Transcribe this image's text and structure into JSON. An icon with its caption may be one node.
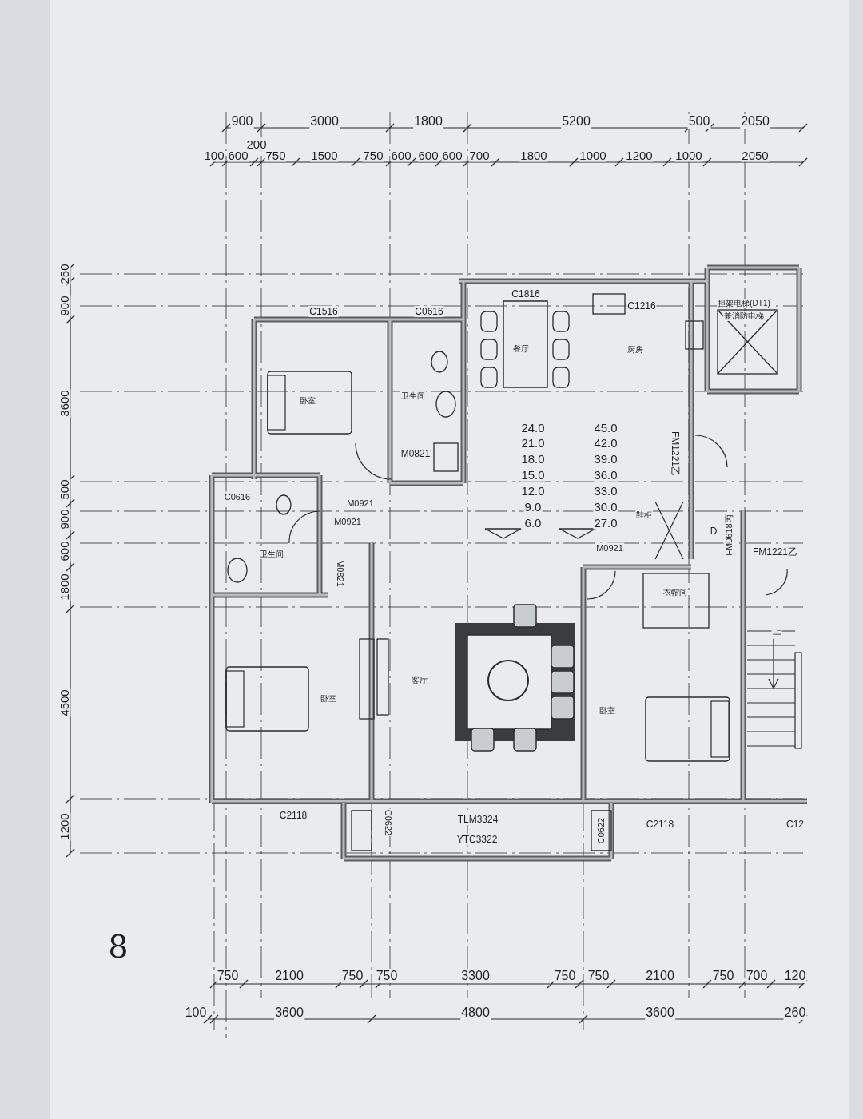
{
  "diagram": {
    "labels": [
      "900",
      "3000",
      "1800",
      "5200",
      "500",
      "2050",
      "200",
      "100",
      "600",
      "750",
      "1500",
      "750",
      "600",
      "600",
      "600",
      "700",
      "1800",
      "1000",
      "1200",
      "1000",
      "2050",
      "250",
      "900",
      "3600",
      "500",
      "900",
      "600",
      "1800",
      "4500",
      "1200",
      "C1516",
      "C0616",
      "C1816",
      "C1216",
      "担架电梯(DT1)",
      "兼消防电梯",
      "餐厅",
      "厨房",
      "卧室",
      "卫生间",
      "M0821",
      "24.0",
      "45.0",
      "21.0",
      "42.0",
      "18.0",
      "39.0",
      "15.0",
      "36.0",
      "12.0",
      "33.0",
      "9.0",
      "30.0",
      "6.0",
      "27.0",
      "FM1221乙",
      "C0616",
      "M0921",
      "M0921",
      "鞋柜",
      "卫生间",
      "M0921",
      "D",
      "FM0618丙",
      "FM1221乙",
      "M0821",
      "衣帽间",
      "上",
      "卧室",
      "客厅",
      "卧室",
      "C2118",
      "C0622",
      "TLM3324",
      "C0622",
      "C2118",
      "C12",
      "YTC3322",
      "8",
      "750",
      "2100",
      "750",
      "750",
      "3300",
      "750",
      "750",
      "2100",
      "750",
      "700",
      "120",
      "100",
      "3600",
      "4800",
      "3600",
      "260"
    ]
  }
}
